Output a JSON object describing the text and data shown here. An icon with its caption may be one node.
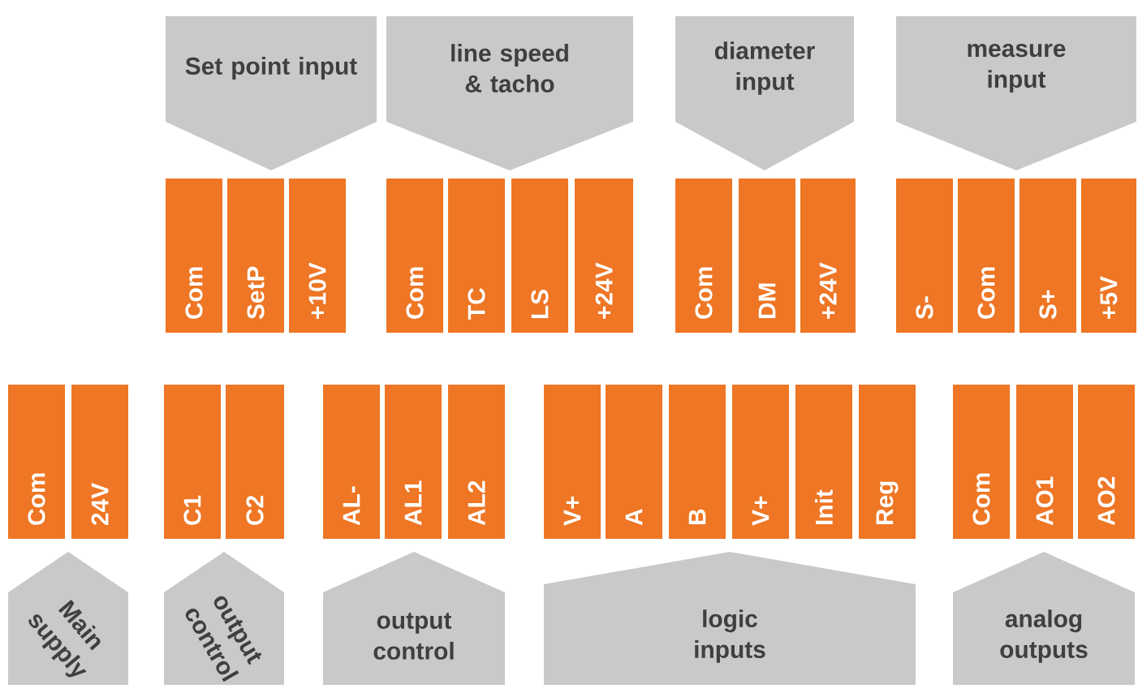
{
  "diagram": {
    "nodes": [
      {
        "text": [
          "Set point input"
        ]
      },
      {
        "text": [
          "Com"
        ]
      },
      {
        "text": [
          "SetP"
        ]
      },
      {
        "text": [
          "+10V"
        ]
      },
      {
        "text": [
          "line speed & tacho"
        ]
      },
      {
        "text": [
          "Com"
        ]
      },
      {
        "text": [
          "TC"
        ]
      },
      {
        "text": [
          "LS"
        ]
      },
      {
        "text": [
          "+24V"
        ]
      },
      {
        "text": [
          "diameter input"
        ]
      },
      {
        "text": [
          "Com"
        ]
      },
      {
        "text": [
          "DM"
        ]
      },
      {
        "text": [
          "+24V"
        ]
      },
      {
        "text": [
          "measure input"
        ]
      },
      {
        "text": [
          "S-"
        ]
      },
      {
        "text": [
          "Com"
        ]
      },
      {
        "text": [
          "S+"
        ]
      },
      {
        "text": [
          "+5V"
        ]
      },
      {
        "text": [
          "Com"
        ]
      },
      {
        "text": [
          "24V"
        ]
      },
      {
        "text": [
          "C1"
        ]
      },
      {
        "text": [
          "C2"
        ]
      },
      {
        "text": [
          "AL-"
        ]
      },
      {
        "text": [
          "AL1"
        ]
      },
      {
        "text": [
          "AL2"
        ]
      },
      {
        "text": [
          "V+"
        ]
      },
      {
        "text": [
          "A"
        ]
      },
      {
        "text": [
          "B"
        ]
      },
      {
        "text": [
          "V+"
        ]
      },
      {
        "text": [
          "Init"
        ]
      },
      {
        "text": [
          "Reg"
        ]
      },
      {
        "text": [
          "Com"
        ]
      },
      {
        "text": [
          "AO1"
        ]
      },
      {
        "text": [
          "AO2"
        ]
      },
      {
        "text": [
          "Main supply"
        ]
      },
      {
        "text": [
          "output control"
        ]
      },
      {
        "text": [
          "output control"
        ]
      },
      {
        "text": [
          "logic inputs"
        ]
      },
      {
        "text": [
          "analog outputs"
        ]
      }
    ]
  }
}
